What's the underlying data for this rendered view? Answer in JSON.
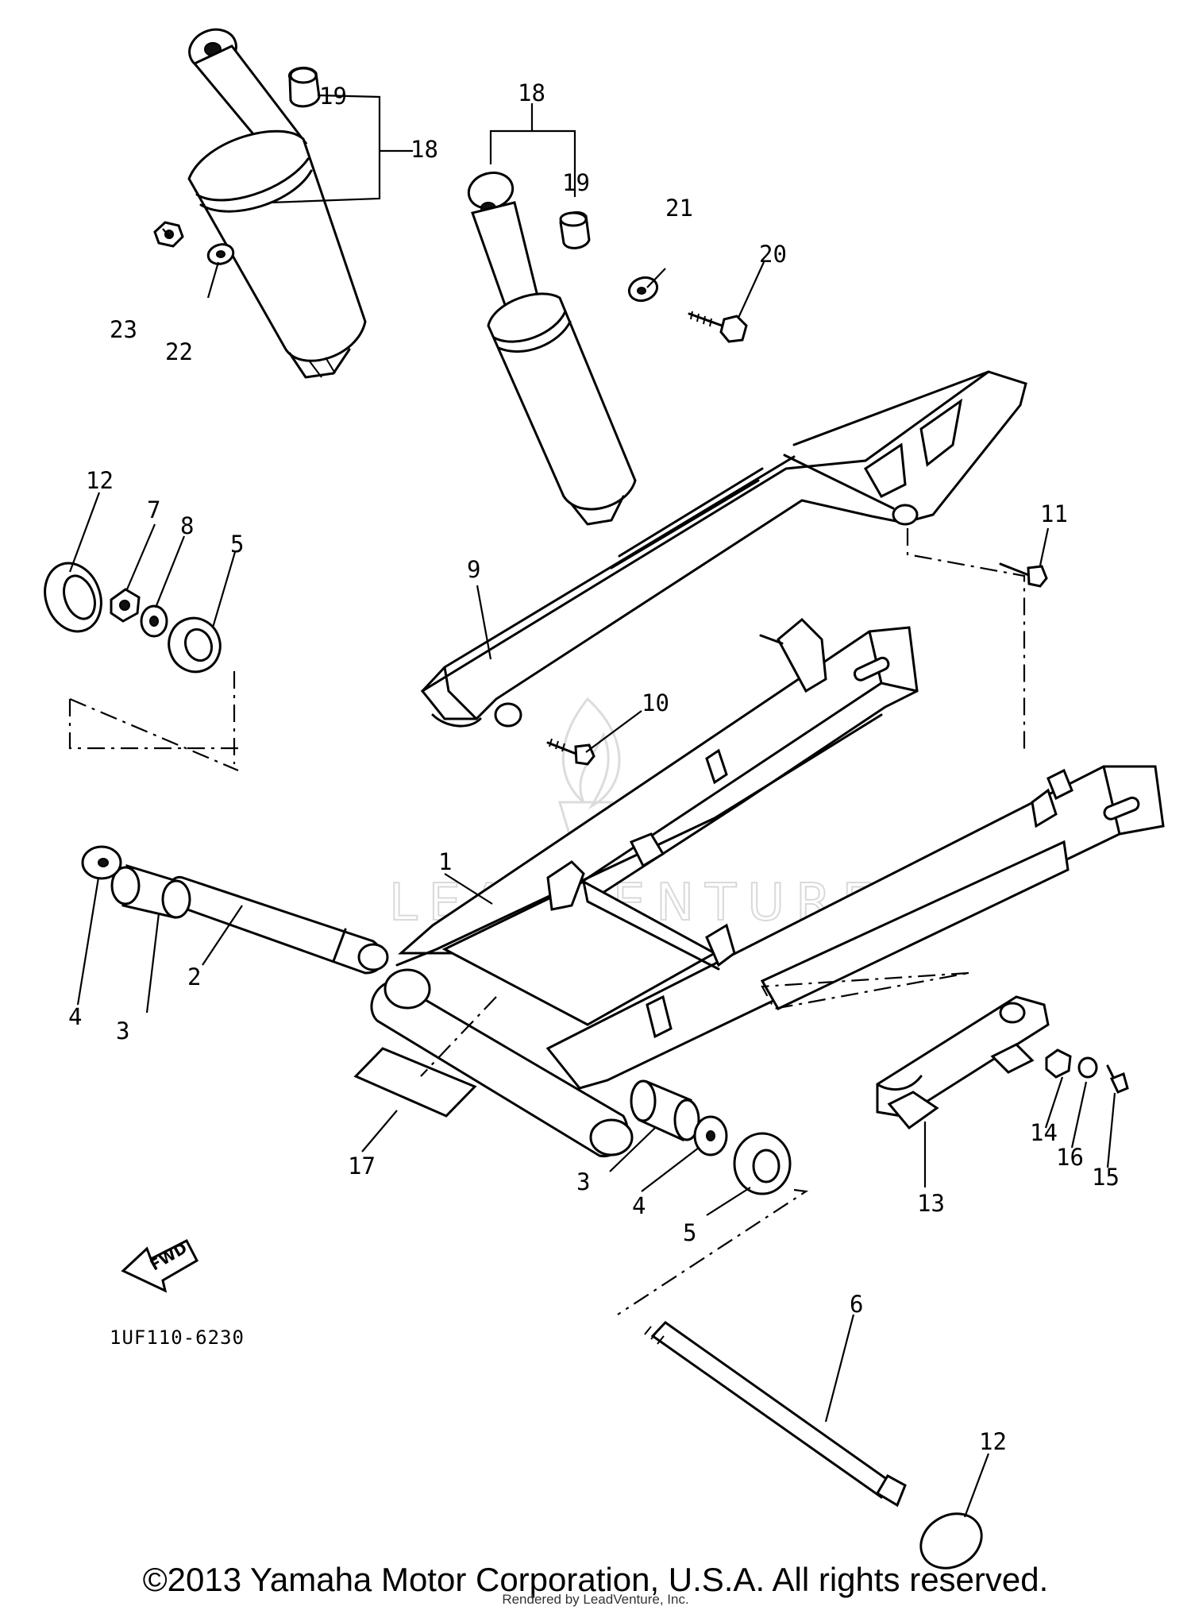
{
  "diagram": {
    "drawing_code": "1UF110-6230",
    "fwd_badge": "FWD",
    "watermark": "LEADVENTURE",
    "copyright": "©2013 Yamaha Motor Corporation, U.S.A. All rights reserved.",
    "rendered_by": "Rendered by LeadVenture, Inc.",
    "part_labels": {
      "p1": "1",
      "p2": "2",
      "p3a": "3",
      "p3b": "3",
      "p4a": "4",
      "p4b": "4",
      "p5a": "5",
      "p5b": "5",
      "p6": "6",
      "p7": "7",
      "p8": "8",
      "p9": "9",
      "p10": "10",
      "p11": "11",
      "p12a": "12",
      "p12b": "12",
      "p13": "13",
      "p14": "14",
      "p15": "15",
      "p16": "16",
      "p17": "17",
      "p18a": "18",
      "p18b": "18",
      "p19a": "19",
      "p19b": "19",
      "p20": "20",
      "p21": "21",
      "p22": "22",
      "p23": "23"
    }
  }
}
